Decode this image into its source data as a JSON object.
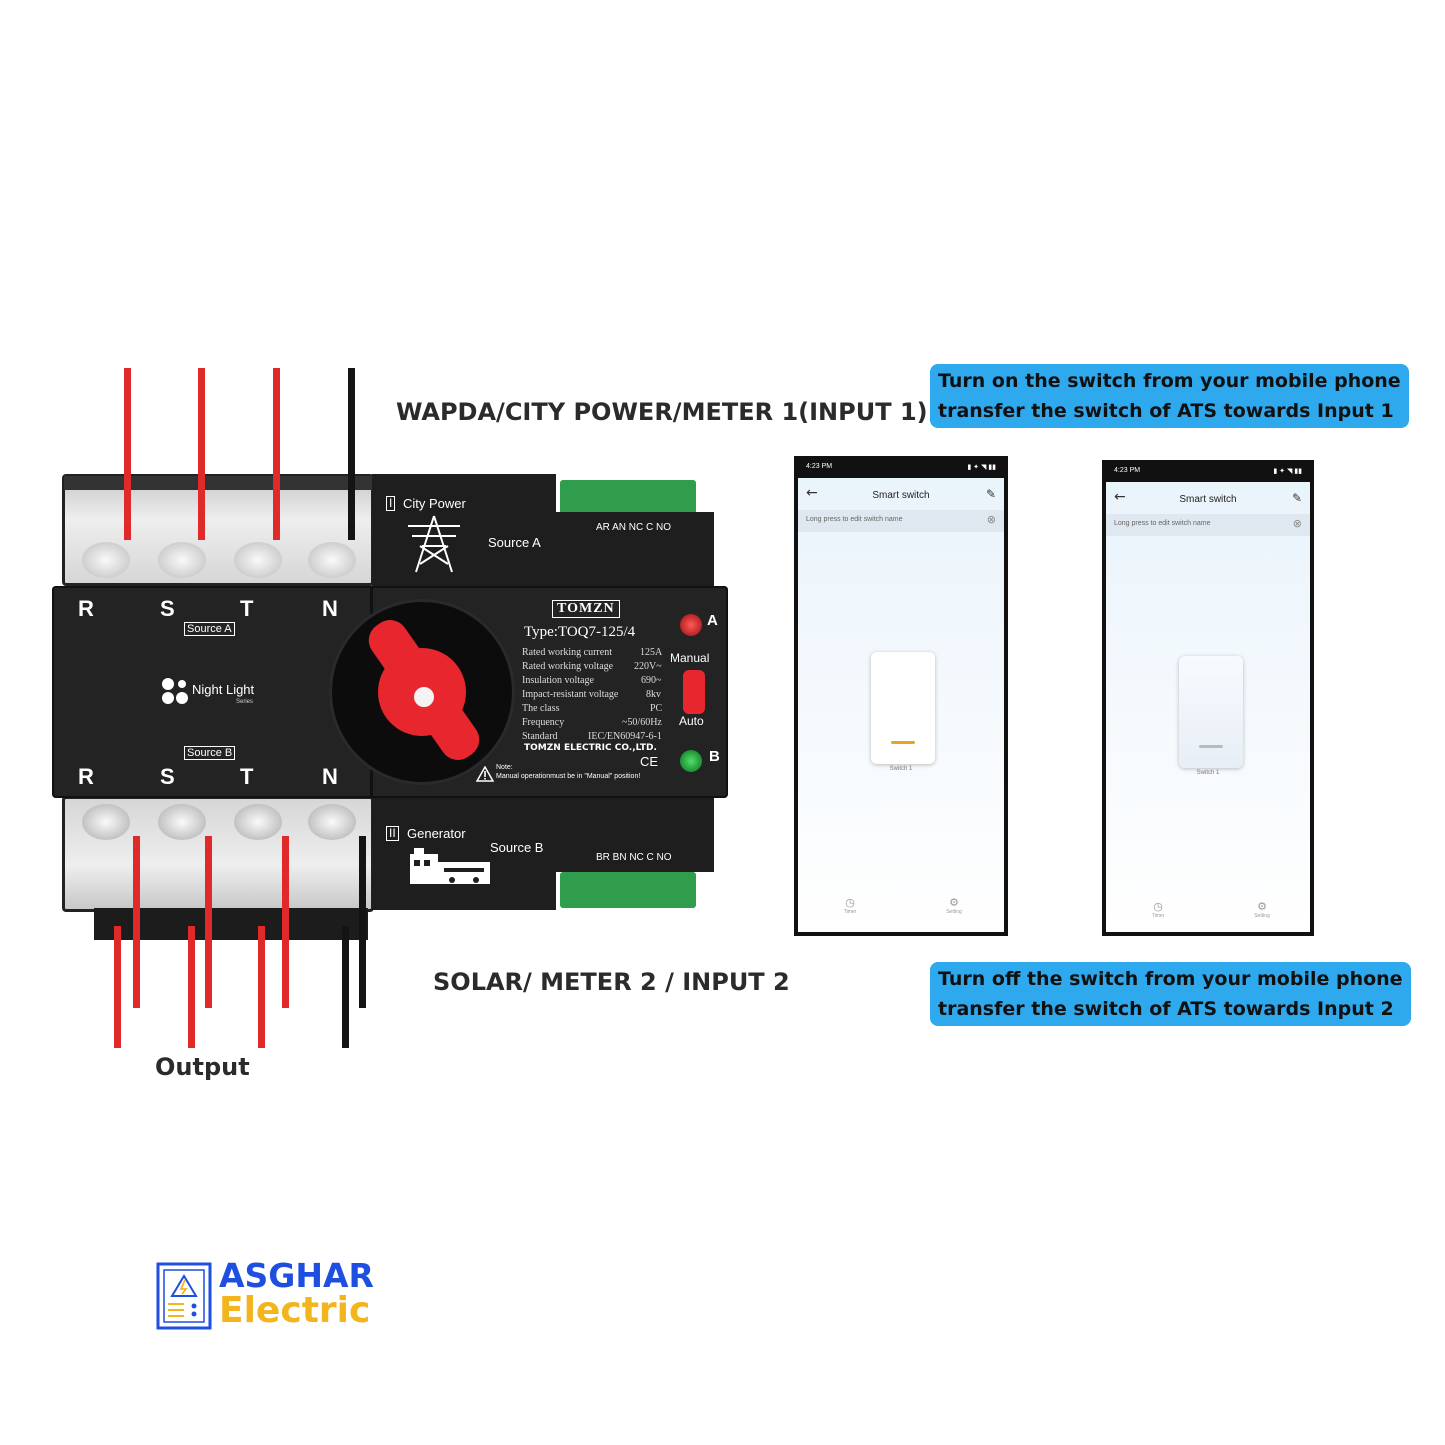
{
  "labels": {
    "input1": "WAPDA/CITY POWER/METER 1(INPUT 1)",
    "input2": "SOLAR/ METER 2 / INPUT 2",
    "output": "Output"
  },
  "callouts": {
    "on": {
      "line1": "Turn on the switch from your mobile phone",
      "line2": "transfer the switch of ATS towards Input 1"
    },
    "off": {
      "line1": "Turn off the switch from your mobile phone",
      "line2": "transfer the switch of ATS towards Input 2"
    }
  },
  "device": {
    "phases_top": [
      "R",
      "S",
      "T",
      "N"
    ],
    "phases_bottom": [
      "R",
      "S",
      "T",
      "N"
    ],
    "source_a_tag": "Source A",
    "source_b_tag": "Source B",
    "night_light": "Night Light",
    "night_light_sub": "Series",
    "city_power_num": "I",
    "city_power": "City Power",
    "generator_num": "II",
    "generator": "Generator",
    "source_a": "Source A",
    "source_b": "Source B",
    "terminals_a": "AR AN  NC  C  NO",
    "terminals_b": "BR BN  NC  C  NO",
    "brand": "TOMZN",
    "type": "Type:TOQ7-125/4",
    "specs": [
      {
        "label": "Rated working current",
        "value": "125A"
      },
      {
        "label": "Rated working voltage",
        "value": "220V~"
      },
      {
        "label": "Insulation voltage",
        "value": "690~"
      },
      {
        "label": "Impact-resistant voltage",
        "value": "8kv"
      },
      {
        "label": "The class",
        "value": "PC"
      },
      {
        "label": "Frequency",
        "value": "~50/60Hz"
      },
      {
        "label": "Standard",
        "value": "IEC/EN60947-6-1"
      }
    ],
    "company": "TOMZN ELECTRIC CO.,LTD.",
    "note_title": "Note:",
    "note": "Manual operationmust be in \"Manual\" position!",
    "ce": "CE",
    "indicator_a": "A",
    "indicator_b": "B",
    "manual": "Manual",
    "auto": "Auto"
  },
  "phones": [
    {
      "time": "4:23 PM",
      "title": "Smart switch",
      "hint": "Long press to edit switch name",
      "switch_label": "Switch 1",
      "switch_on": true,
      "tabs": [
        "Timer",
        "Setting"
      ]
    },
    {
      "time": "4:23 PM",
      "title": "Smart switch",
      "hint": "Long press to edit switch name",
      "switch_label": "Switch 1",
      "switch_on": false,
      "tabs": [
        "Timer",
        "Setting"
      ]
    }
  ],
  "logo": {
    "line1": "ASGHAR",
    "line2": "Electric"
  },
  "colors": {
    "wire_red": "#e02a2a",
    "wire_black": "#141414",
    "callout_bg": "#2fa9ee",
    "logo_blue": "#1f4fe0",
    "logo_gold": "#f2b51e",
    "switch_on": "#f2a11e",
    "switch_off": "#bbbbbb"
  }
}
